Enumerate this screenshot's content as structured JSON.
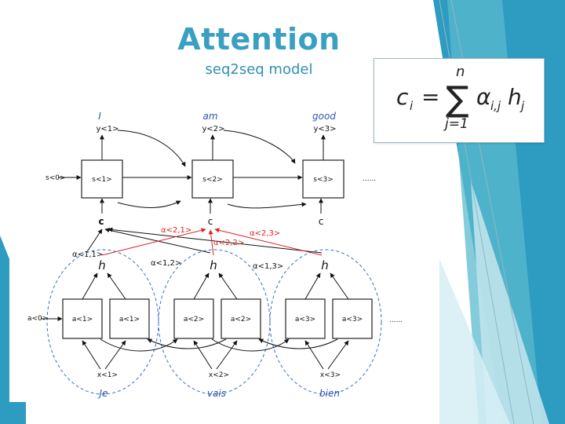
{
  "slide": {
    "title": "Attention",
    "subtitle": "seq2seq model"
  },
  "formula": {
    "lhs": "c",
    "lhs_sub": "i",
    "equals": "=",
    "sum_symbol": "∑",
    "upper": "n",
    "lower": "j=1",
    "term": "α",
    "term_sub": "i,j",
    "h": "h",
    "h_sub": "j"
  },
  "decoder": {
    "output_words": [
      "I",
      "am",
      "good"
    ],
    "outputs": [
      "y<1>",
      "y<2>",
      "y<3>"
    ],
    "init_state": "s<0>",
    "states": [
      "s<1>",
      "s<2>",
      "s<3>"
    ],
    "context": [
      "c",
      "c",
      "c"
    ],
    "ellipsis": "......"
  },
  "attention": {
    "red": [
      "α<2,1>",
      "α<2,2>",
      "α<2,3>"
    ],
    "black": [
      "α<1,1>",
      "α<1,2>",
      "α<1,3>"
    ]
  },
  "encoder": {
    "init": "a<0>",
    "h_labels": [
      "h",
      "h",
      "h"
    ],
    "forward": [
      "a<1>",
      "a<2>",
      "a<3>"
    ],
    "backward": [
      "a<1>",
      "a<2>",
      "a<3>"
    ],
    "inputs": [
      "x<1>",
      "x<2>",
      "x<3>"
    ],
    "input_words": [
      "Je",
      "vais",
      "bien"
    ],
    "ellipsis": "......"
  },
  "colors": {
    "accent": "#3aa0c1",
    "word_blue": "#2d58a8",
    "attention_red": "#e02020",
    "ellipse_blue": "#3a6fc2"
  }
}
